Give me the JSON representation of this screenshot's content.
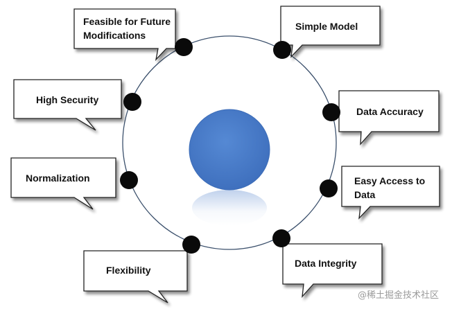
{
  "colors": {
    "ring": "#3a4f6b",
    "center": "#4a7cc9",
    "center_stroke": "#3d6db8",
    "node": "#0a0a0a",
    "bubble_fill": "#ffffff",
    "bubble_stroke": "#222222",
    "text": "#111111",
    "watermark": "#9a9a9a"
  },
  "labels": [
    {
      "id": "feasible",
      "lines": [
        "Feasible for Future",
        "Modifications"
      ]
    },
    {
      "id": "simple-model",
      "lines": [
        "Simple Model"
      ]
    },
    {
      "id": "high-security",
      "lines": [
        "High Security"
      ]
    },
    {
      "id": "data-accuracy",
      "lines": [
        "Data Accuracy"
      ]
    },
    {
      "id": "normalization",
      "lines": [
        "Normalization"
      ]
    },
    {
      "id": "easy-access",
      "lines": [
        "Easy Access to",
        "Data"
      ]
    },
    {
      "id": "flexibility",
      "lines": [
        "Flexibility"
      ]
    },
    {
      "id": "data-integrity",
      "lines": [
        "Data Integrity"
      ]
    }
  ],
  "watermark": "@稀土掘金技术社区"
}
